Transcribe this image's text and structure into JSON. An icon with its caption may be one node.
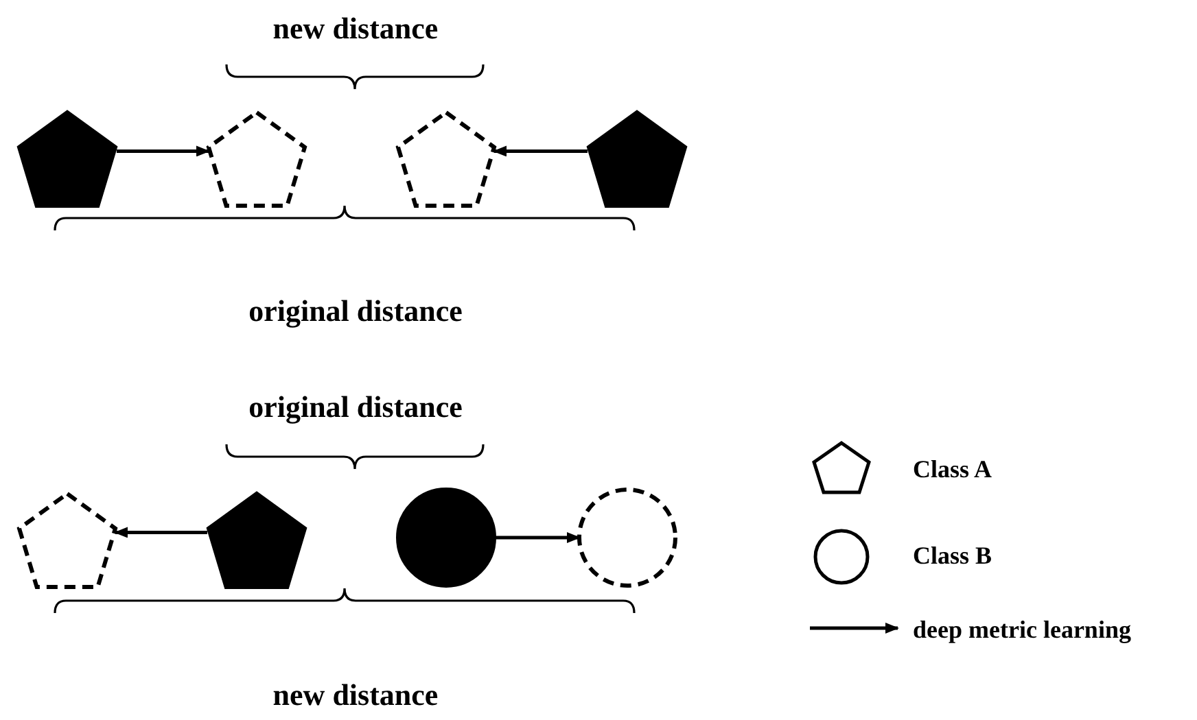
{
  "diagram": {
    "nodes": [
      {
        "text": [],
        "shape": "pentagon"
      },
      {
        "text": [],
        "shape": "pentagon"
      },
      {
        "text": [],
        "shape": "pentagon"
      },
      {
        "text": [],
        "shape": "pentagon"
      },
      {
        "text": [],
        "shape": "pentagon"
      },
      {
        "text": [],
        "shape": "pentagon"
      },
      {
        "text": [],
        "shape": "circle"
      },
      {
        "text": [],
        "shape": "circle"
      }
    ],
    "edges": [
      {
        "from": 0,
        "to": 1,
        "arrow": "to"
      },
      {
        "from": 3,
        "to": 2,
        "arrow": "to"
      },
      {
        "from": 5,
        "to": 4,
        "arrow": "to"
      },
      {
        "from": 6,
        "to": 7,
        "arrow": "to"
      }
    ],
    "labels": [
      "new distance",
      "original distance",
      "original distance",
      "new distance"
    ],
    "legend": [
      {
        "text": "Class A"
      },
      {
        "text": "Class B"
      },
      {
        "text": "deep metric learning"
      }
    ]
  }
}
